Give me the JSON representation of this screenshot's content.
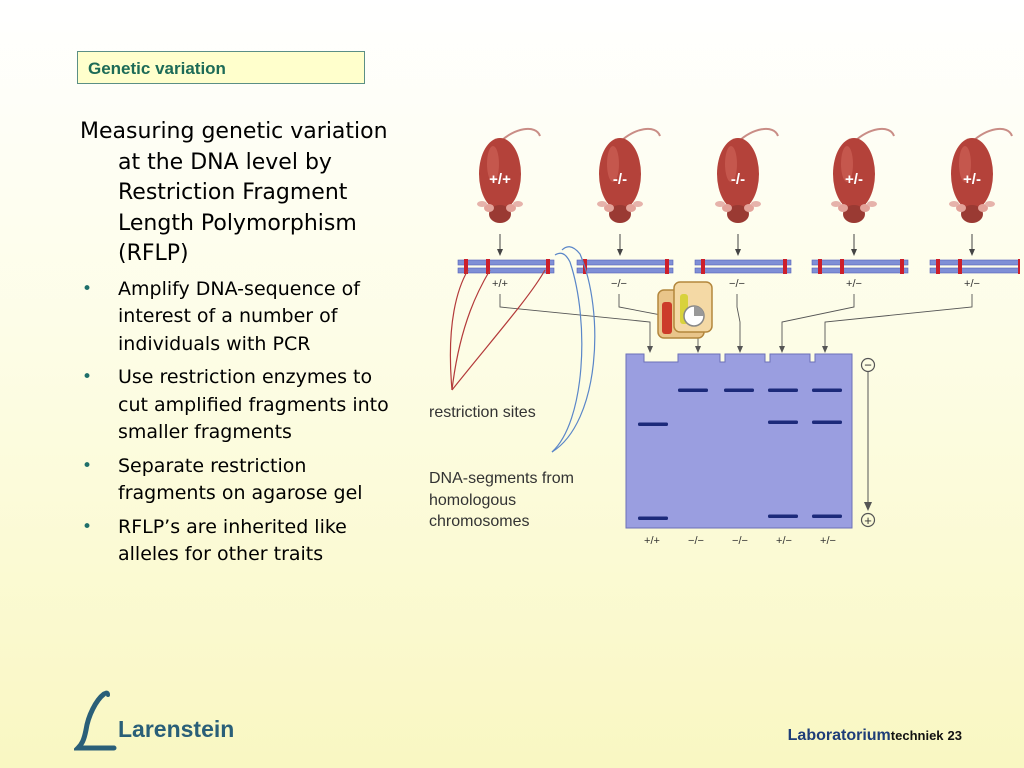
{
  "slide": {
    "title": "Genetic variation",
    "main_text": "Measuring genetic variation at the DNA level by Restriction Fragment Length Polymorphism (RFLP)",
    "bullets": [
      "Amplify DNA-sequence of interest of a number of individuals with PCR",
      "Use restriction enzymes to cut amplified fragments into smaller fragments",
      "Separate restriction fragments on agarose gel",
      "RFLP’s are inherited like alleles for other traits"
    ],
    "bullet_glyph": "•"
  },
  "figure": {
    "mice": [
      {
        "genotype": "+/+",
        "fragment_label": "+/+",
        "lane_label": "+/+"
      },
      {
        "genotype": "-/-",
        "fragment_label": "−/−",
        "lane_label": "−/−"
      },
      {
        "genotype": "-/-",
        "fragment_label": "−/−",
        "lane_label": "−/−"
      },
      {
        "genotype": "+/-",
        "fragment_label": "+/−",
        "lane_label": "+/−"
      },
      {
        "genotype": "+/-",
        "fragment_label": "+/−",
        "lane_label": "+/−"
      }
    ],
    "restriction_sites_label": "restriction sites",
    "segments_label": [
      "DNA-segments from",
      "homologous",
      "chromosomes"
    ],
    "minus_electrode": "−",
    "plus_electrode": "+",
    "mouse_color": "#b4423a",
    "dna_color": "#7f8fd6",
    "site_color": "#cc1f2a",
    "gel_color": "#9a9ee0",
    "band_color": "#1c2a7a"
  },
  "footer": {
    "logo_text": "Larenstein",
    "course_a": "Laboratorium",
    "course_b": "techniek",
    "page_number": "23"
  }
}
